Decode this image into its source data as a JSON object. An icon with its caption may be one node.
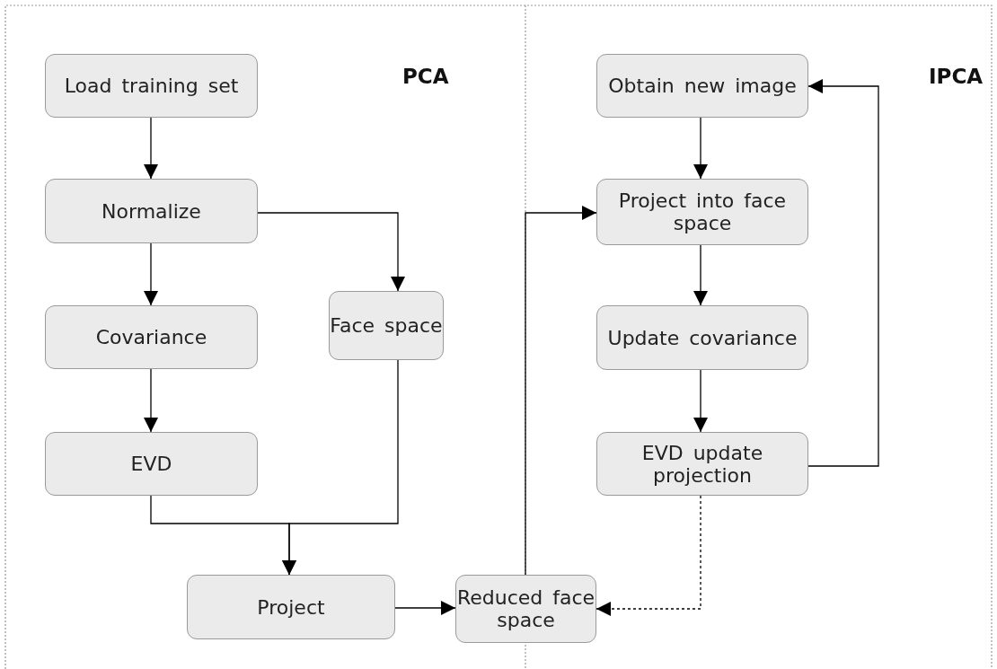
{
  "diagram": {
    "nodes": [
      {
        "text": [
          "Load training set"
        ]
      },
      {
        "text": [
          "Normalize"
        ]
      },
      {
        "text": [
          "Covariance"
        ]
      },
      {
        "text": [
          "EVD"
        ]
      },
      {
        "text": [
          "Face space"
        ]
      },
      {
        "text": [
          "Project"
        ]
      },
      {
        "text": [
          "Reduced face space"
        ]
      },
      {
        "text": [
          "Obtain new image"
        ]
      },
      {
        "text": [
          "Project into face space"
        ]
      },
      {
        "text": [
          "Update covariance"
        ]
      },
      {
        "text": [
          "EVD update projection"
        ]
      }
    ],
    "edges": [
      {
        "from": 0,
        "to": 1,
        "arrow": "to"
      },
      {
        "from": 1,
        "to": 2,
        "arrow": "to"
      },
      {
        "from": 2,
        "to": 3,
        "arrow": "to"
      },
      {
        "from": 1,
        "to": 4,
        "arrow": "to"
      },
      {
        "from": 3,
        "to": 5,
        "arrow": "to"
      },
      {
        "from": 4,
        "to": 5,
        "arrow": "to"
      },
      {
        "from": 5,
        "to": 6,
        "arrow": "to"
      },
      {
        "from": 6,
        "to": 8,
        "arrow": "to"
      },
      {
        "from": 7,
        "to": 8,
        "arrow": "to"
      },
      {
        "from": 8,
        "to": 9,
        "arrow": "to"
      },
      {
        "from": 9,
        "to": 10,
        "arrow": "to"
      },
      {
        "from": 10,
        "to": 7,
        "arrow": "to"
      },
      {
        "from": 10,
        "to": 6,
        "arrow": "to",
        "style": "dashed"
      }
    ],
    "labels": [
      "PCA",
      "IPCA"
    ]
  }
}
